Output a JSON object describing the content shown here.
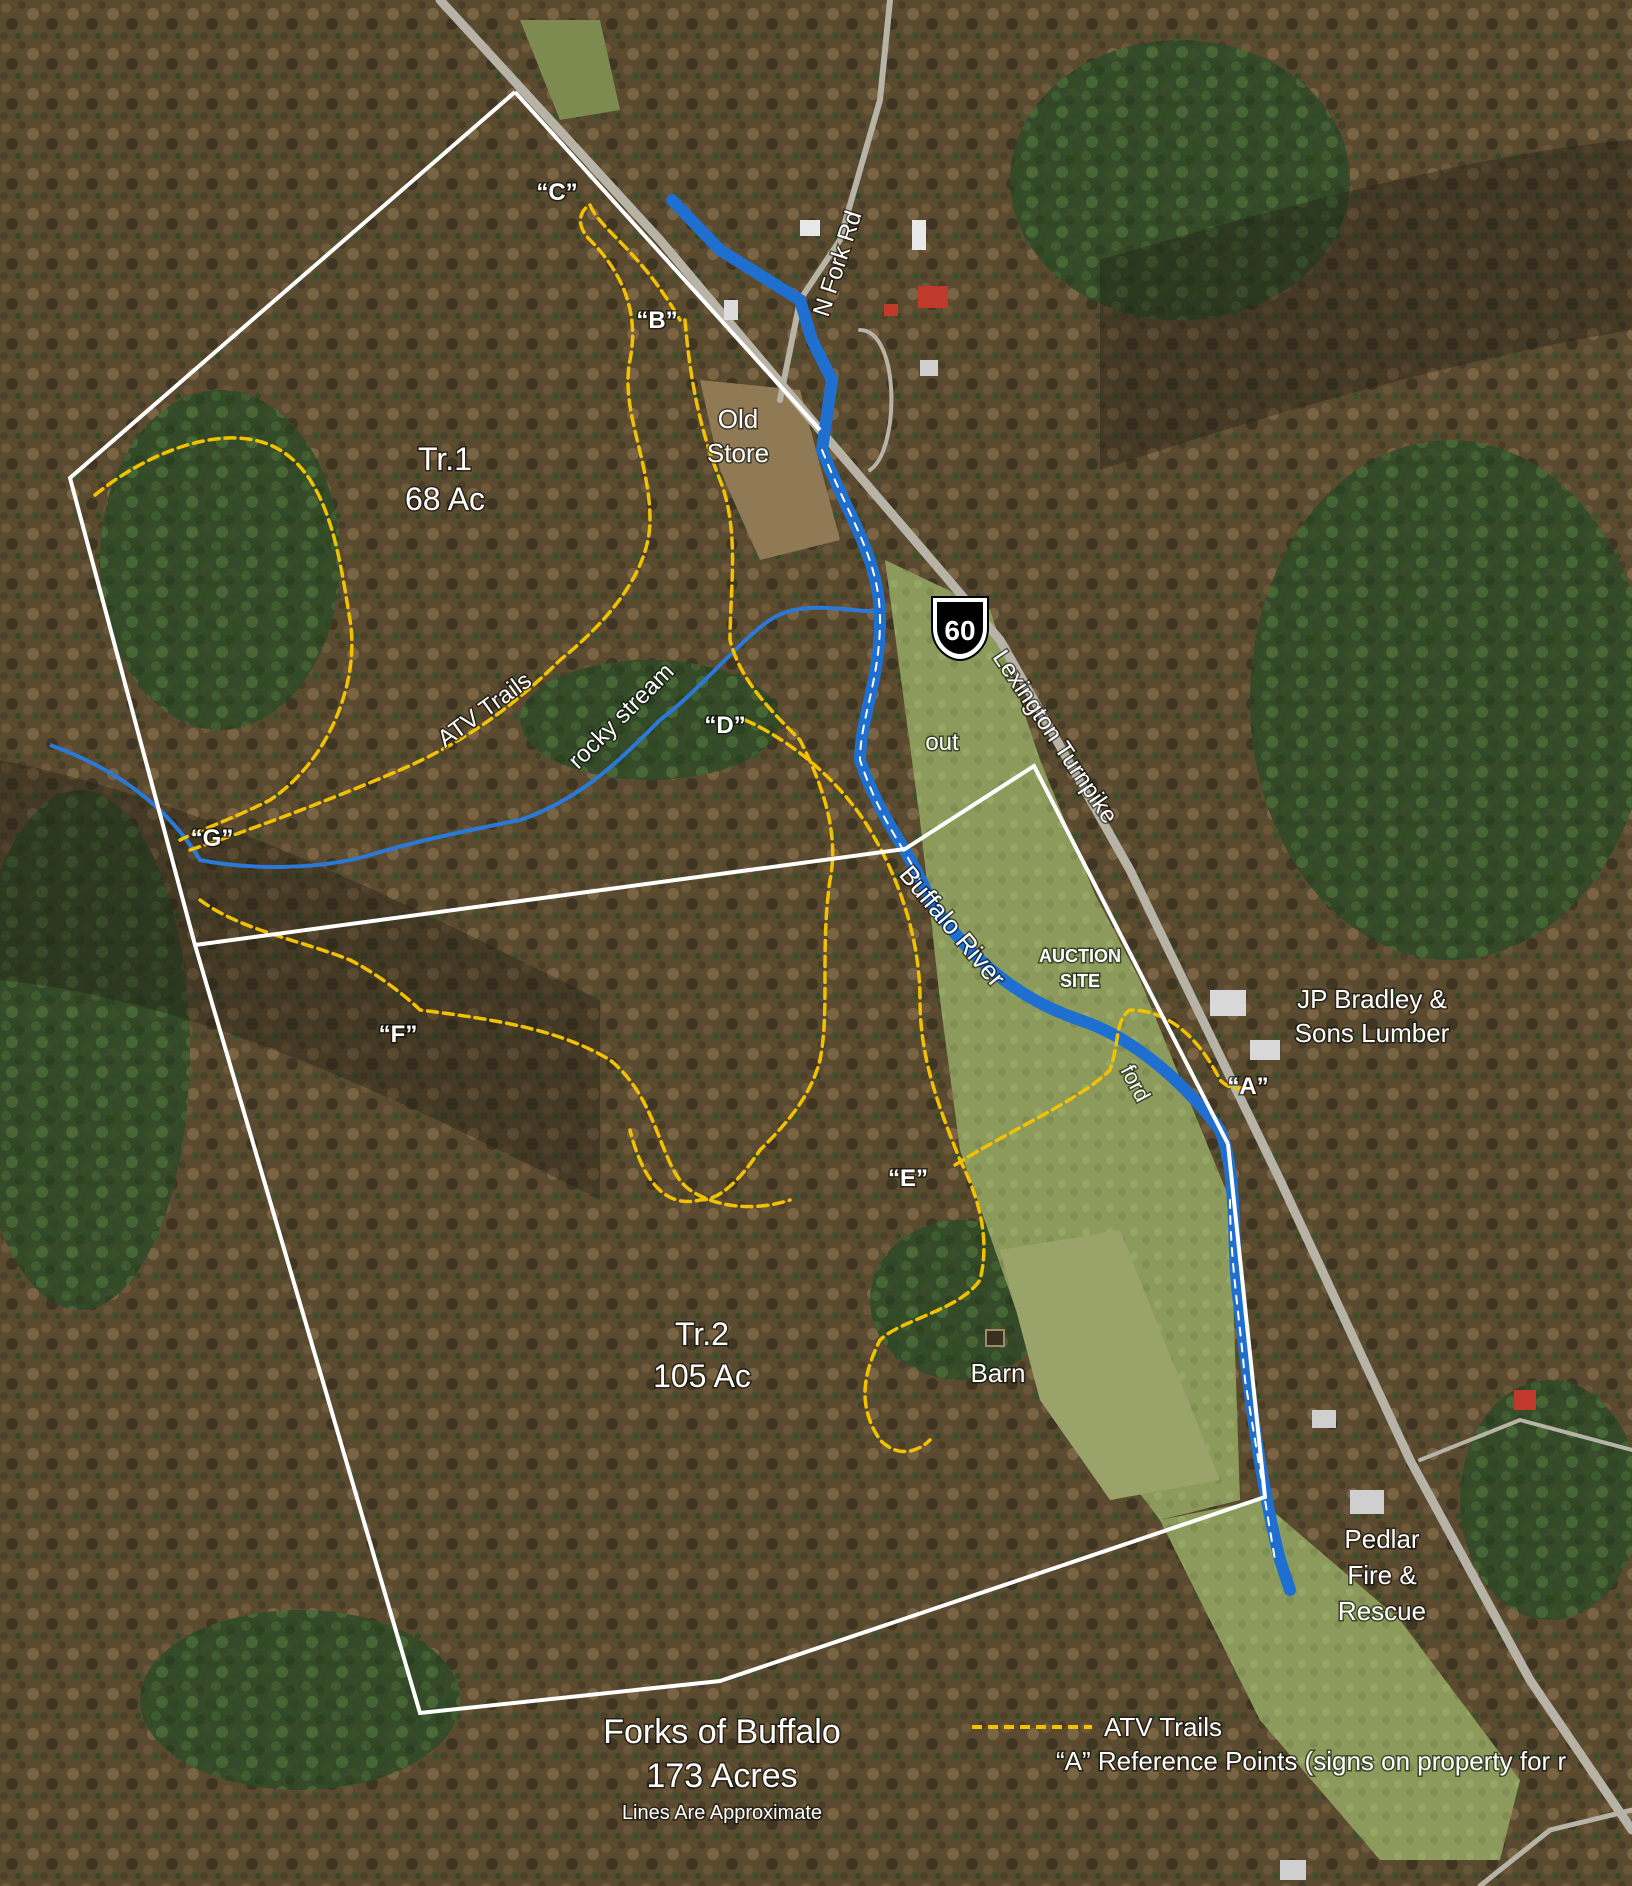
{
  "colors": {
    "boundary": "#ffffff",
    "atv_trail": "#f2c200",
    "river": "#1f6fd1",
    "stream": "#2a79d6",
    "road": "#b9b6ac",
    "forest_dark": "#3a3a22",
    "forest_brown": "#6b5535",
    "evergreen": "#2f5a2a",
    "field": "#8b9f5a"
  },
  "tracts": [
    {
      "name": "Tr.1",
      "acres": "68 Ac"
    },
    {
      "name": "Tr.2",
      "acres": "105 Ac"
    }
  ],
  "reference_points": [
    "“A”",
    "“B”",
    "“C”",
    "“D”",
    "“E”",
    "“F”",
    "“G”"
  ],
  "labels": {
    "n_fork_rd": "N Fork Rd",
    "old": "Old",
    "store": "Store",
    "route": "60",
    "lexington_turnpike": "Lexington Turnpike",
    "out": "out",
    "atv_trails": "ATV Trails",
    "rocky_stream": "rocky stream",
    "buffalo_river": "Buffalo River",
    "auction": "AUCTION",
    "site": "SITE",
    "lumber_1": "JP Bradley &",
    "lumber_2": "Sons Lumber",
    "ford": "ford",
    "barn": "Barn",
    "pedlar": "Pedlar",
    "fire": "Fire &",
    "rescue": "Rescue"
  },
  "title": {
    "name": "Forks of Buffalo",
    "total": "173 Acres",
    "note": "Lines Are Approximate"
  },
  "legend": {
    "atv": "ATV Trails",
    "reference": "“A” Reference Points (signs on property for r"
  }
}
